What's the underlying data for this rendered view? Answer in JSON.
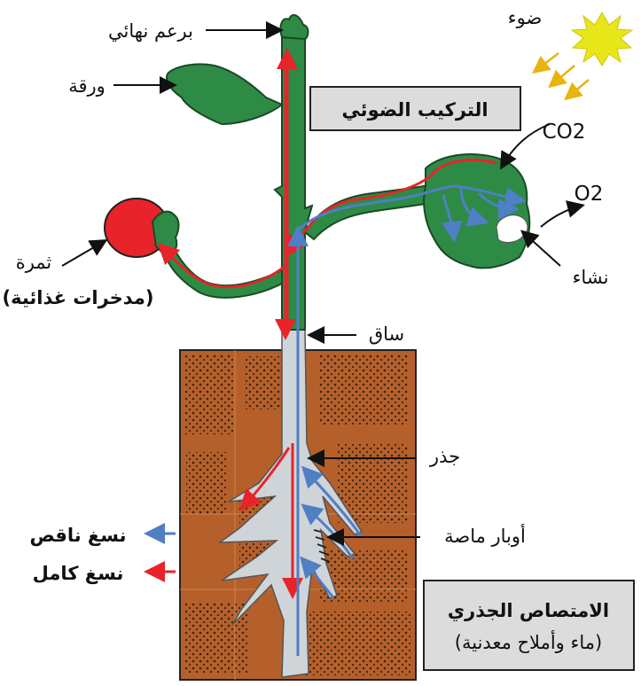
{
  "labels": {
    "terminal_bud": "برعم نهائي",
    "leaf": "ورقة",
    "light": "ضوء",
    "fruit": "ثمرة",
    "fruit_note": "(مدخرات غذائية)",
    "co2": "CO2",
    "o2": "O2",
    "starch": "نشاء",
    "stem": "ساق",
    "root": "جذر",
    "root_hairs": "أوبار ماصة"
  },
  "boxes": {
    "photosynthesis": "التركيب الضوئي",
    "absorption_title": "الامتصاص الجذري",
    "absorption_sub": "(ماء وأملاح معدنية)"
  },
  "legend": {
    "raw_sap": "نسغ ناقص",
    "elaborated_sap": "نسغ كامل"
  },
  "colors": {
    "raw_sap": "#4f7fc4",
    "elaborated_sap": "#e8232a",
    "plant": "#2e8b46",
    "soil": "#b5602b",
    "fruit": "#e8232a",
    "root": "#cfd4d9",
    "box": "#dcdcdc",
    "sun": "#e6e619",
    "light_arrows": "#e8b40e"
  }
}
